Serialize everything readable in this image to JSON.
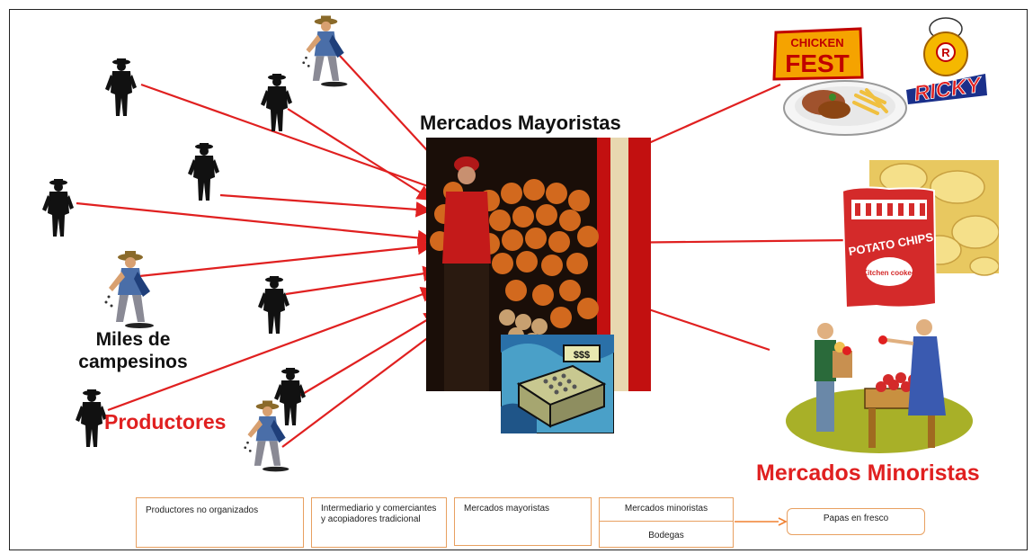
{
  "diagram": {
    "title_mayoristas": "Mercados Mayoristas",
    "label_campesinos": "Miles de\ncampesinos",
    "label_productores": "Productores",
    "label_minoristas": "Mercados Minoristas",
    "logo_chicken_fest": "CHICKEN FEST",
    "logo_ricky": "RICKY",
    "chips_bag_text": "POTATO CHIPS",
    "chips_bag_subtext": "Kitchen cooked",
    "register_sign": "$$$"
  },
  "chain_boxes": {
    "productores": "Productores no organizados",
    "intermediario": "Intermediario y comerciantes y acopiadores  tradicional",
    "mayoristas": "Mercados mayoristas",
    "minoristas": "Mercados minoristas",
    "bodegas": "Bodegas",
    "papas": "Papas en fresco"
  },
  "colors": {
    "arrow": "#e02020",
    "highlight_text": "#e02020",
    "box_border": "#e8a060",
    "box_arrow": "#f08030"
  }
}
